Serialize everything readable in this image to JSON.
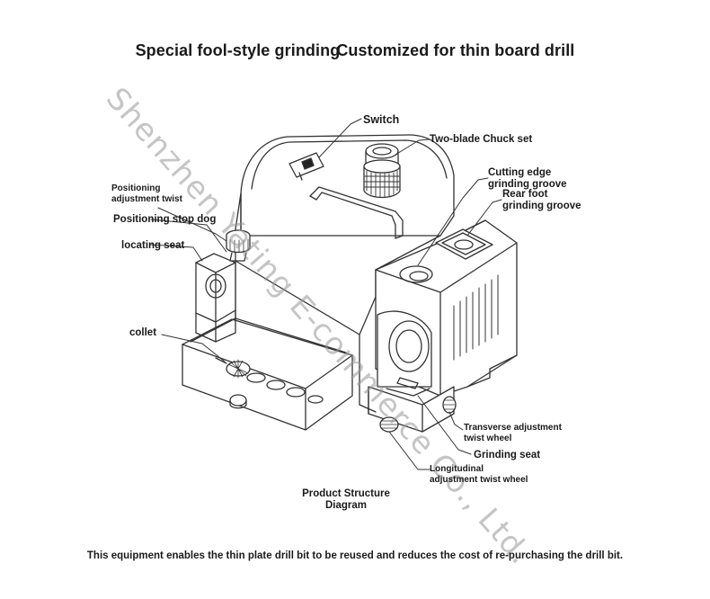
{
  "title": {
    "part1": "Special fool-style grinding",
    "part2": "Customized for thin board drill"
  },
  "labels": {
    "switch": "Switch",
    "chuck_set": "Two-blade Chuck set",
    "cutting_edge_line1": "Cutting edge",
    "cutting_edge_line2": "grinding groove",
    "rear_foot_line1": "Rear foot",
    "rear_foot_line2": "grinding groove",
    "positioning_twist_line1": "Positioning",
    "positioning_twist_line2": "adjustment twist",
    "stop_dog": "Positioning stop dog",
    "locating_seat": "locating seat",
    "collet": "collet",
    "transverse_line1": "Transverse adjustment",
    "transverse_line2": "twist wheel",
    "grinding_seat": "Grinding seat",
    "longitudinal_line1": "Longitudinal",
    "longitudinal_line2": "adjustment twist wheel"
  },
  "diagram_title": {
    "line1": "Product Structure",
    "line2": "Diagram"
  },
  "caption": "This equipment enables the thin plate drill bit to be reused and reduces the cost of re-purchasing the drill bit.",
  "watermark": "Shenzhen Yating E-commerce Co., Ltd."
}
